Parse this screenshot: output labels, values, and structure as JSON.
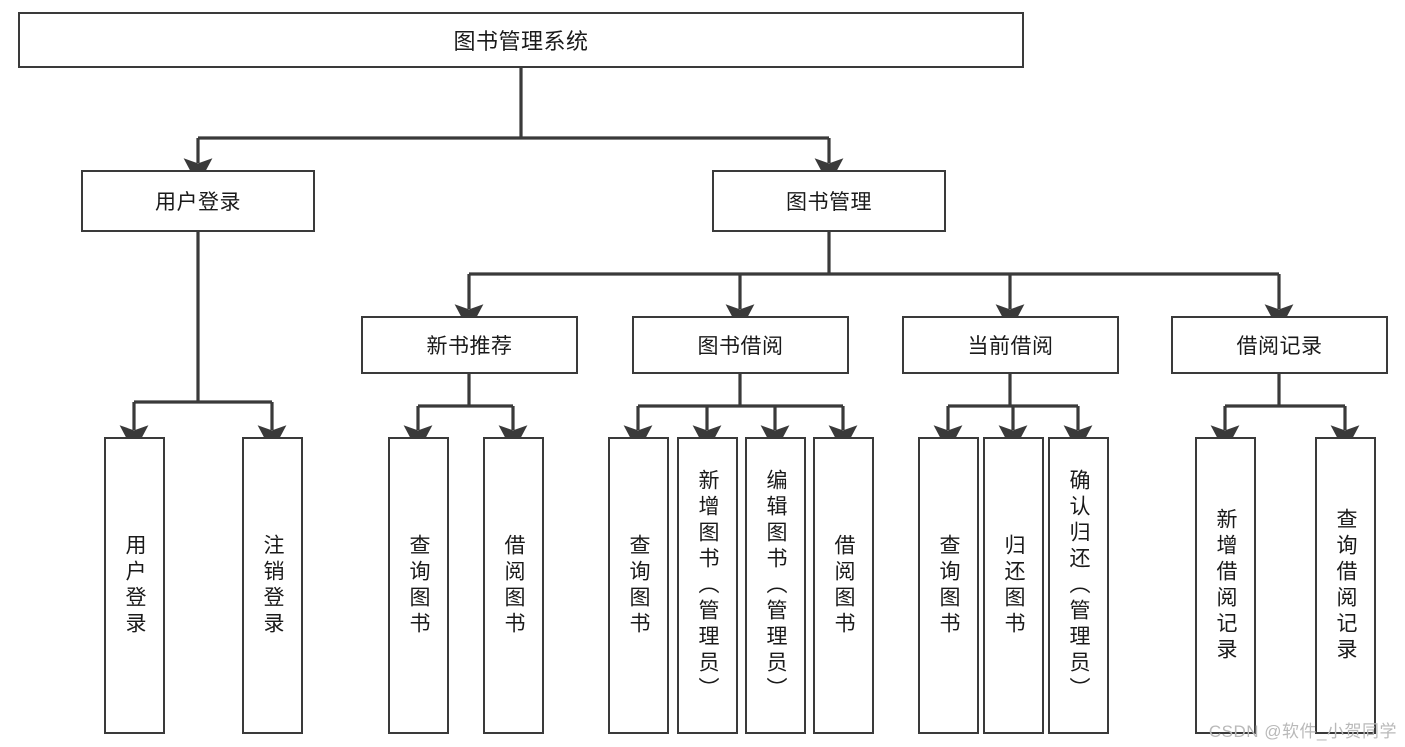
{
  "diagram": {
    "title": "图书管理系统",
    "type": "tree",
    "levels": {
      "root": "图书管理系统",
      "level2": [
        "用户登录",
        "图书管理"
      ],
      "level3": [
        "新书推荐",
        "图书借阅",
        "当前借阅",
        "借阅记录"
      ]
    },
    "nodes": {
      "root": {
        "label": "图书管理系统"
      },
      "user_login": {
        "label": "用户登录"
      },
      "book_manage": {
        "label": "图书管理"
      },
      "new_book_rec": {
        "label": "新书推荐"
      },
      "book_borrow": {
        "label": "图书借阅"
      },
      "current_borrow": {
        "label": "当前借阅"
      },
      "borrow_record": {
        "label": "借阅记录"
      },
      "leaf_user_login": {
        "label": "用户登录"
      },
      "leaf_user_logout": {
        "label": "注销登录"
      },
      "leaf_query_book_a": {
        "label": "查询图书"
      },
      "leaf_borrow_book_a": {
        "label": "借阅图书"
      },
      "leaf_query_book_b": {
        "label": "查询图书"
      },
      "leaf_add_book_admin": {
        "label": "新增图书（管理员）"
      },
      "leaf_edit_book_admin": {
        "label": "编辑图书（管理员）"
      },
      "leaf_borrow_book_b": {
        "label": "借阅图书"
      },
      "leaf_query_book_c": {
        "label": "查询图书"
      },
      "leaf_return_book": {
        "label": "归还图书"
      },
      "leaf_confirm_return_admin": {
        "label": "确认归还（管理员）"
      },
      "leaf_add_record": {
        "label": "新增借阅记录"
      },
      "leaf_query_record": {
        "label": "查询借阅记录"
      }
    },
    "colors": {
      "border": "#3a3a3a",
      "background": "#ffffff",
      "text": "#1a1a1a",
      "watermark": "#b9b9b9"
    }
  },
  "watermark": {
    "text": "CSDN @软件_小贺同学"
  }
}
